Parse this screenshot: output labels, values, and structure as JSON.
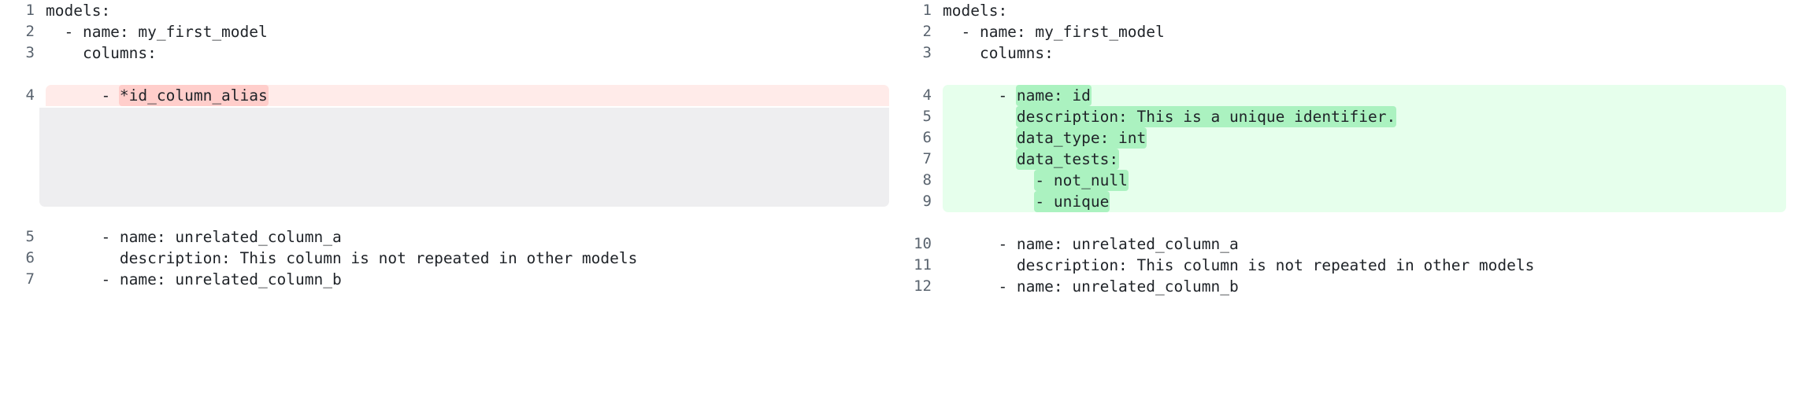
{
  "view": {
    "kind": "side-by-side-diff",
    "language": "yaml"
  },
  "colors": {
    "deleted_row_bg": "#ffebe9",
    "deleted_token_bg": "#ffcecb",
    "added_row_bg": "#e6ffec",
    "added_token_bg": "#abf2c0",
    "blank_filler_bg": "#eeeef0",
    "line_number_fg": "#59636e",
    "code_fg": "#1f2328",
    "page_bg": "#ffffff"
  },
  "left": {
    "rows": [
      {
        "num": "1",
        "text": "models:",
        "type": "context"
      },
      {
        "num": "2",
        "text": "  - name: my_first_model",
        "type": "context"
      },
      {
        "num": "3",
        "text": "    columns:",
        "type": "context"
      },
      {
        "num": "4",
        "prefix": "      - ",
        "token": "*id_column_alias",
        "suffix": "",
        "type": "deleted"
      },
      {
        "num": "",
        "text": "",
        "type": "filler"
      },
      {
        "num": "5",
        "text": "      - name: unrelated_column_a",
        "type": "context"
      },
      {
        "num": "6",
        "text": "        description: This column is not repeated in other models",
        "type": "context"
      },
      {
        "num": "7",
        "text": "      - name: unrelated_column_b",
        "type": "context"
      }
    ]
  },
  "right": {
    "rows": [
      {
        "num": "1",
        "text": "models:",
        "type": "context"
      },
      {
        "num": "2",
        "text": "  - name: my_first_model",
        "type": "context"
      },
      {
        "num": "3",
        "text": "    columns:",
        "type": "context"
      },
      {
        "num": "4",
        "prefix": "      - ",
        "token": "name: id",
        "suffix": "",
        "type": "added"
      },
      {
        "num": "5",
        "prefix": "        ",
        "token": "description: This is a unique identifier.",
        "suffix": "",
        "type": "added"
      },
      {
        "num": "6",
        "prefix": "        ",
        "token": "data_type: int",
        "suffix": "",
        "type": "added"
      },
      {
        "num": "7",
        "prefix": "        ",
        "token": "data_tests:",
        "suffix": "",
        "type": "added"
      },
      {
        "num": "8",
        "prefix": "          ",
        "token": "- not_null",
        "suffix": "",
        "type": "added"
      },
      {
        "num": "9",
        "prefix": "          ",
        "token": "- unique",
        "suffix": "",
        "type": "added"
      },
      {
        "num": "10",
        "text": "      - name: unrelated_column_a",
        "type": "context"
      },
      {
        "num": "11",
        "text": "        description: This column is not repeated in other models",
        "type": "context"
      },
      {
        "num": "12",
        "text": "      - name: unrelated_column_b",
        "type": "context"
      }
    ]
  }
}
